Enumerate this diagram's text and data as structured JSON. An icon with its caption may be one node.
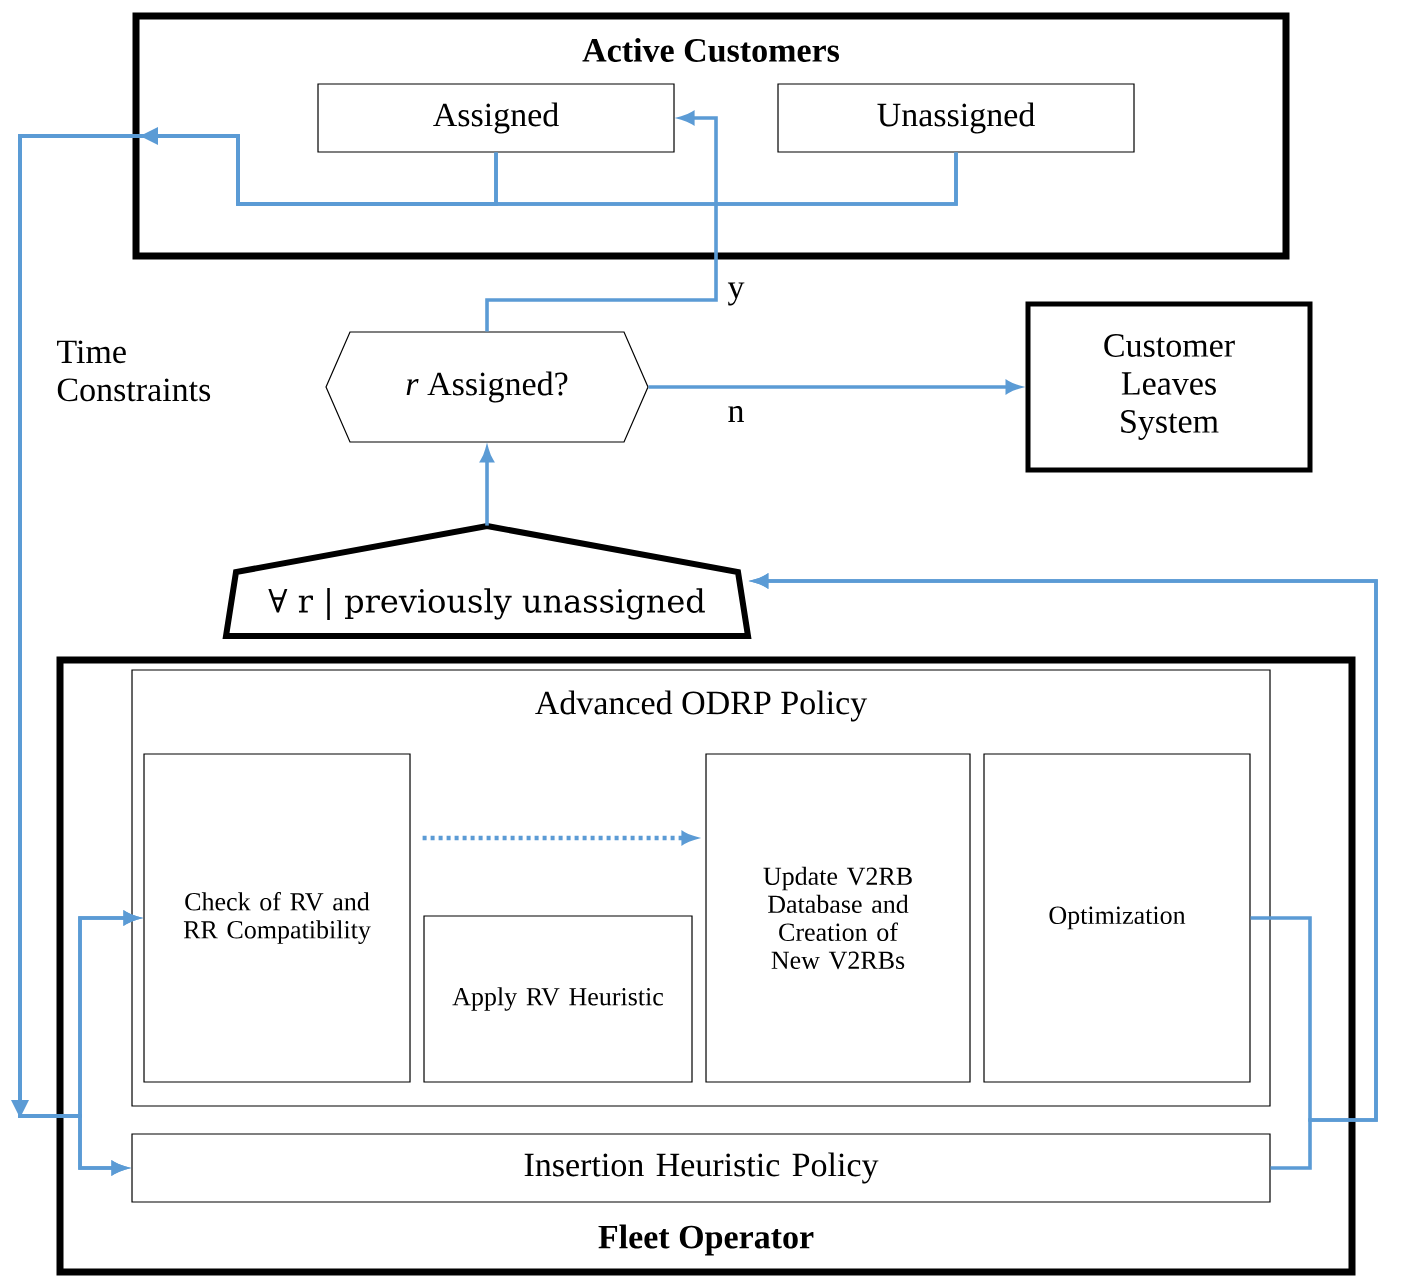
{
  "diagram": {
    "nodes": [
      {
        "text": [
          "Active Customers"
        ]
      },
      {
        "text": [
          "Assigned"
        ],
        "in": 0
      },
      {
        "text": [
          "Unassigned"
        ],
        "in": 0
      },
      {
        "text": [
          "*r* Assigned?"
        ]
      },
      {
        "text": [
          "Customer Leaves System"
        ]
      },
      {
        "text": [
          "∀ r | previously unassigned"
        ]
      },
      {
        "text": [
          "Fleet Operator"
        ]
      },
      {
        "text": [
          "Advanced ODRP Policy"
        ],
        "in": 6
      },
      {
        "text": [
          "Check of RV and RR Compatibility"
        ],
        "in": 7
      },
      {
        "text": [
          "Apply RV Heuristic"
        ],
        "in": 7
      },
      {
        "text": [
          "Update V2RB Database and Creation of New V2RBs"
        ],
        "in": 7
      },
      {
        "text": [
          "Optimization"
        ],
        "in": 7
      },
      {
        "text": [
          "Insertion Heuristic Policy"
        ],
        "in": 6
      }
    ],
    "edges": [
      {
        "from": 1,
        "to": 8,
        "arrow": "to"
      },
      {
        "from": 1,
        "to": 12,
        "arrow": "to"
      },
      {
        "from": 2,
        "to": 8,
        "arrow": "to"
      },
      {
        "from": 2,
        "to": 12,
        "arrow": "to"
      },
      {
        "from": 3,
        "to": 1,
        "arrow": "to",
        "label": "y"
      },
      {
        "from": 3,
        "to": 4,
        "arrow": "to",
        "label": "n"
      },
      {
        "from": 5,
        "to": 3,
        "arrow": "to"
      },
      {
        "from": 11,
        "to": 5,
        "arrow": "to"
      },
      {
        "from": 12,
        "to": 5,
        "arrow": "to"
      },
      {
        "from": 8,
        "to": 10,
        "arrow": "to",
        "style": "dashed"
      }
    ],
    "labels": [
      "Time Constraints"
    ]
  }
}
